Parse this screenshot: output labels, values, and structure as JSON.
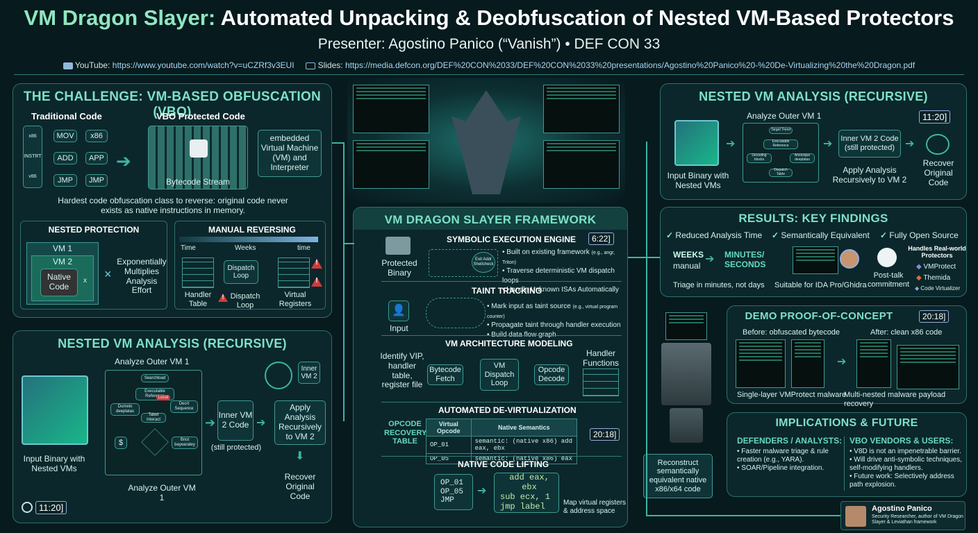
{
  "header": {
    "title_accent": "VM Dragon Slayer:",
    "title_rest": "Automated Unpacking & Deobfuscation of Nested VM-Based Protectors",
    "subtitle": "Presenter: Agostino Panico (“Vanish”) • DEF CON 33",
    "youtube_label": "YouTube:",
    "youtube_url": "https://www.youtube.com/watch?v=uCZRf3v3EUI",
    "slides_label": "Slides:",
    "slides_url": "https://media.defcon.org/DEF%20CON%2033/DEF%20CON%2033%20presentations/Agostino%20Panico%20-%20De-Virtualizing%20the%20Dragon.pdf"
  },
  "challenge": {
    "title": "THE CHALLENGE: VM-BASED OBFUSCATION (VBO)",
    "traditional_label": "Traditional Code",
    "vbo_label": "VBO Protected Code",
    "instr": [
      "MOV",
      "ADD",
      "JMP"
    ],
    "native": [
      "x86",
      "APP",
      "JMP"
    ],
    "file_labels": [
      "x86",
      "INSTRT",
      "v86"
    ],
    "bytecode_label": "Bytecode Stream",
    "embedded_vm": "embedded Virtual Machine (VM) and Interpreter",
    "caption": "Hardest code obfuscation class to reverse: original code never exists as native instructions in memory.",
    "nested_title": "NESTED PROTECTION",
    "vm1": "VM 1",
    "vm2": "VM 2",
    "native_code": "Native Code",
    "x_small": "x",
    "multiplier": "×",
    "exponential": "Exponentially Multiplies Analysis Effort",
    "manual_title": "MANUAL REVERSING",
    "time_left": "Time",
    "weeks": "Weeks",
    "time_right": "time",
    "handler_table": "Handler Table",
    "dispatch_loop": "Dispatch Loop",
    "dispatch_loop_box": "Dispatch Loop",
    "virtual_registers": "Virtual Registers",
    "warn": "!"
  },
  "nested_left": {
    "title": "NESTED VM ANALYSIS (RECURSIVE)",
    "analyze_outer": "Analyze Outer VM 1",
    "flow_nodes": [
      "Searchload",
      "Executable Reference",
      "Dumelo deeplatas",
      "Decrt Sequence",
      "Tabet Interact",
      "Bnot bayearatey"
    ],
    "flow_tag": "Locat",
    "inner_vm2_badge": "Inner VM 2",
    "inner_vm2_code": "Inner VM 2 Code",
    "still_protected": "(still protected)",
    "apply_recursive": "Apply Analysis Recursively to VM 2",
    "recover": "Recover Original Code",
    "input_binary": "Input Binary with Nested VMs",
    "analyze_bottom": "Analyze Outer VM 1",
    "time": "11:20]",
    "dollar": "$"
  },
  "framework": {
    "title": "VM DRAGON SLAYER FRAMEWORK",
    "protected_binary": "Protected Binary",
    "symbolic_title": "SYMBOLIC EXECUTION ENGINE",
    "symbolic_time": "6:22]",
    "symbolic_node": "Exit Addr Shellcheck",
    "symbolic_bullets": [
      "Built on existing framework",
      "Traverse deterministic VM dispatch loops",
      "Handle Unknown ISAs Automatically"
    ],
    "symbolic_small": "(e.g., angr, Triton)",
    "taint_title": "TAINT TRACKING",
    "input": "Input",
    "taint_bullets": [
      "Mark input as taint source",
      "Propagate taint through handler execution",
      "Build data flow graph"
    ],
    "taint_small": "(e.g., virtual program counter)",
    "arch_title": "VM ARCHITECTURE MODELING",
    "identify": "Identify VIP, handler table, register file",
    "bytecode_fetch": "Bytecode Fetch",
    "vm_dispatch": "VM Dispatch Loop",
    "opcode_decode": "Opcode Decode",
    "handler_functions": "Handler Functions",
    "devirt_title": "AUTOMATED DE-VIRTUALIZATION",
    "opcode_recovery": "OPCODE RECOVERY TABLE",
    "tbl_head": [
      "Virtual Opcode",
      "Native Semantics"
    ],
    "tbl_rows": [
      [
        "OP_01",
        "semantic: (native x86) add eax, ebx"
      ],
      [
        "OP_05",
        "semantic: (native x86) eax"
      ]
    ],
    "devirt_time": "20:18]",
    "lifting_title": "NATIVE CODE LIFTING",
    "ops": [
      "OP_01",
      "OP_05",
      "JMP"
    ],
    "asm": [
      "add eax, ebx",
      "sub ecx, 1",
      "jmp label"
    ],
    "map_regs": "Map virtual registers & address space"
  },
  "nested_right": {
    "title": "NESTED VM ANALYSIS (RECURSIVE)",
    "analyze_outer": "Analyze Outer VM 1",
    "time": "11:20]",
    "flow_nodes": [
      "Target Trend",
      "Executable Reference",
      "Decoding blocks",
      "Ancesque deeplatas",
      "Dispatch Table"
    ],
    "inner_vm2_code": "Inner VM 2 Code (still protected)",
    "apply_recursive": "Apply Analysis Recursively to VM 2",
    "recover": "Recover Original Code",
    "input_binary": "Input Binary with Nested VMs"
  },
  "results": {
    "title": "RESULTS: KEY FINDINGS",
    "checks": [
      "Reduced Analysis Time",
      "Semantically Equivalent",
      "Fully Open Source"
    ],
    "weeks": "WEEKS",
    "manual": "manual",
    "minutes": "MINUTES/ SECONDS",
    "triage": "Triage in minutes, not days",
    "suitable": "Suitable for IDA Pro/Ghidra",
    "post_talk": "Post-talk commitment",
    "handles": "Handles Real-world Protectors",
    "protectors": [
      "VMProtect",
      "Themida",
      "Code Virtualizer"
    ]
  },
  "demo": {
    "title": "DEMO PROOF-OF-CONCEPT",
    "time": "20:18]",
    "before": "Before: obfuscated bytecode",
    "after": "After: clean x86 code",
    "single": "Single-layer VMProtect malware",
    "multi": "Multi-nested malware payload recovery"
  },
  "reconstruct": {
    "text": "Reconstruct semantically equivalent native x86/x64 code"
  },
  "implications": {
    "title": "IMPLICATIONS & FUTURE",
    "def_title": "DEFENDERS / ANALYSTS:",
    "def_bullets": [
      "Faster malware triage & rule creation (e.g., YARA).",
      "SOAR/Pipeline integration."
    ],
    "vbo_title": "VBO VENDORS & USERS:",
    "vbo_bullets": [
      "V8D is not an impenetrable barrier.",
      "Will drive anti-symbolic techniques, self-modifying handlers.",
      "Future work: Selectively address path explosion."
    ]
  },
  "author": {
    "name": "Agostino Panico",
    "role": "Security Researcher, author of VM Dragon Slayer & Leviathan framework"
  },
  "colors": {
    "accent": "#7ee0c8",
    "background": "#071a1e",
    "panel_border": "#2d6f6a",
    "warning": "#d23a3a"
  }
}
